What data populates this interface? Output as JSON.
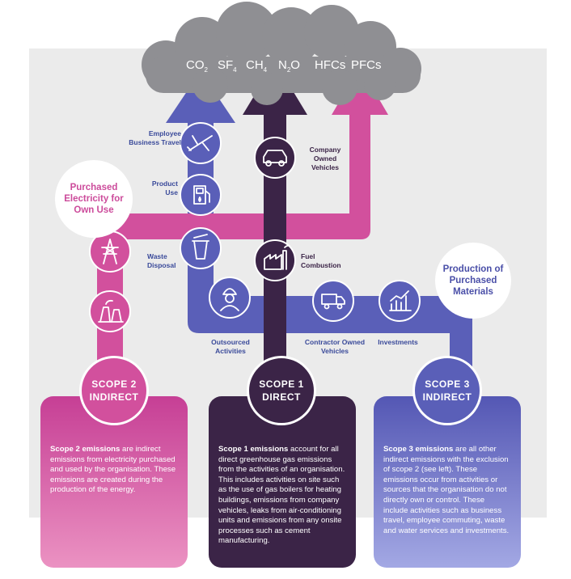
{
  "colors": {
    "scope1": "#3b2447",
    "scope2": "#cc4b9b",
    "scope3": "#5a5fb8",
    "cloud": "#8f8f93",
    "background_band": "#ececec"
  },
  "cloud": {
    "gases": [
      "CO",
      "SF",
      "CH",
      "N",
      "HFCs",
      "PFCs"
    ],
    "gas_subscripts": [
      "2",
      "4",
      "4",
      "2",
      "",
      ""
    ],
    "gas_suffix": [
      "",
      "",
      "",
      "O",
      "",
      ""
    ]
  },
  "activities": {
    "employee_travel": "Employee Business Travel",
    "product_use": "Product Use",
    "waste_disposal": "Waste Disposal",
    "company_vehicles": "Company Owned Vehicles",
    "fuel_combustion": "Fuel Combustion",
    "outsourced": "Outsourced Activities",
    "contractor_vehicles": "Contractor Owned Vehicles",
    "investments": "Investments"
  },
  "bubbles": {
    "purchased_electricity": "Purchased Electricity for Own Use",
    "production_materials": "Production of Purchased Materials"
  },
  "scopes": [
    {
      "title": "SCOPE 2",
      "subtitle": "INDIRECT",
      "bold": "Scope 2 emissions",
      "text": " are indirect emissions from electricity purchased and used by the organisation. These emissions are created during the production of the energy."
    },
    {
      "title": "SCOPE 1",
      "subtitle": "DIRECT",
      "bold": "Scope 1 emissions",
      "text": " account for all direct greenhouse gas emissions from the activities of an organisation. This includes activities on site such as the use of gas boilers for heating buildings, emissions from company vehicles, leaks from air-conditioning units and emissions from any onsite processes such as cement manufacturing."
    },
    {
      "title": "SCOPE 3",
      "subtitle": "INDIRECT",
      "bold": "Scope 3 emissions",
      "text": " are all other indirect emissions with the exclusion of scope 2 (see left). These emissions occur from activities or sources that the organisation do not directly own or control. These include activities such as business travel, employee commuting, waste and water services and investments."
    }
  ]
}
